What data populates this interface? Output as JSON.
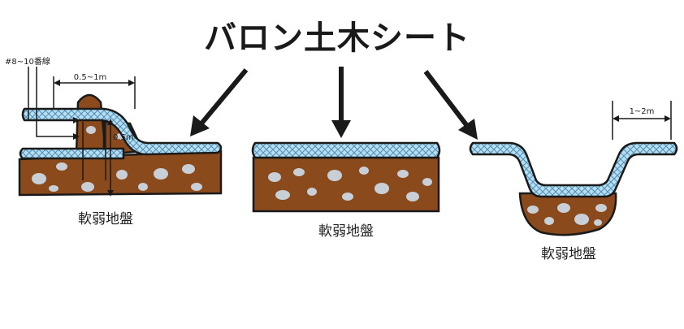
{
  "title": "バロン土木シート",
  "left": {
    "wire_label": "#8~10番線",
    "width_label": "0.5~1m",
    "height_label": "0.5m",
    "ground_label": "軟弱地盤"
  },
  "center": {
    "ground_label": "軟弱地盤"
  },
  "right": {
    "width_label": "1~2m",
    "ground_label": "軟弱地盤"
  },
  "colors": {
    "soil": "#8b4a1c",
    "sheet": "#a9d7ee",
    "rock": "#c9cfd6",
    "outline": "#1a1a1a"
  }
}
